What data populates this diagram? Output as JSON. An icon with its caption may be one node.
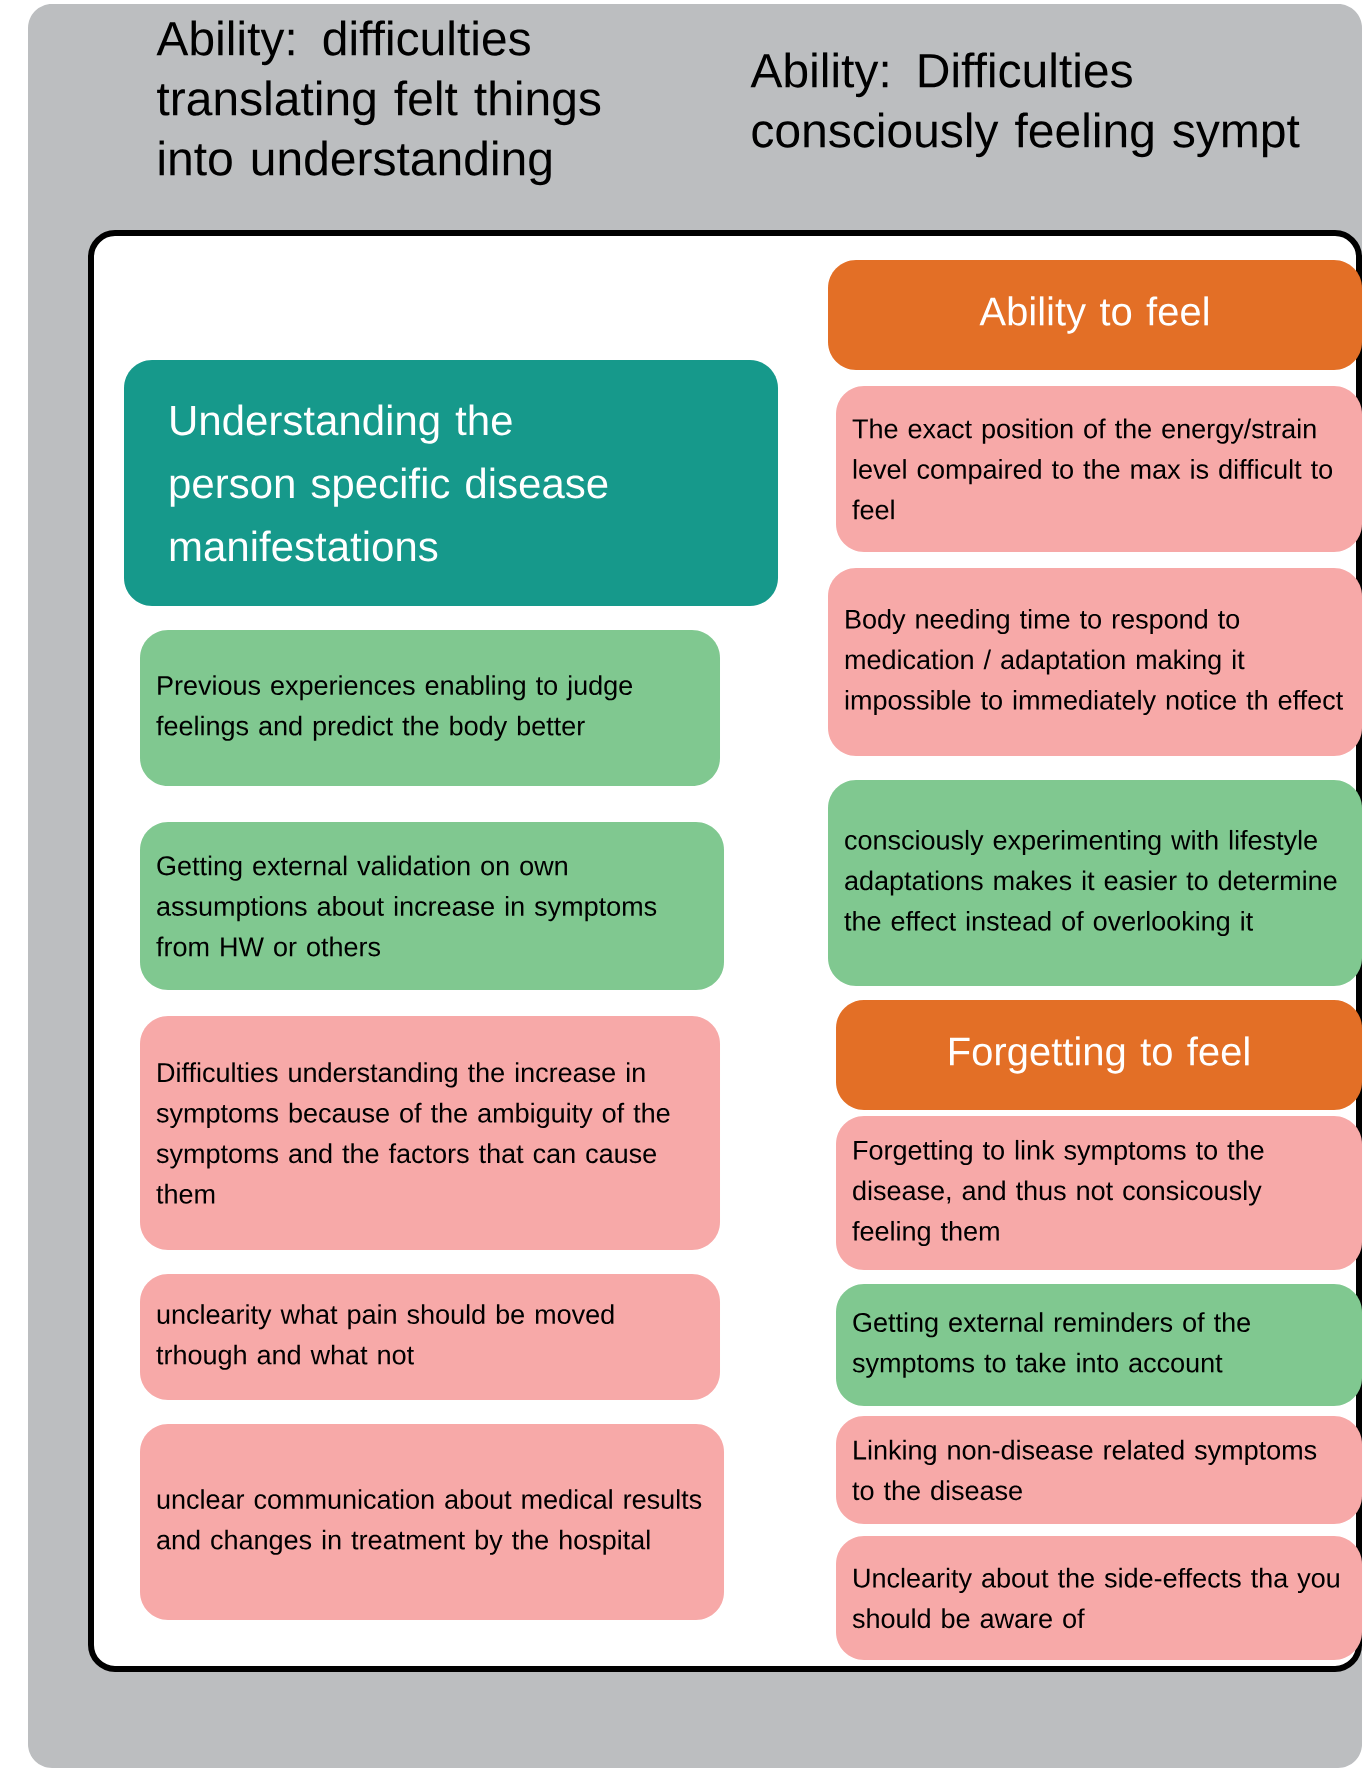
{
  "diagram": {
    "nodes": [
      {
        "text": [
          "Ability: difficulties translating felt things into understanding",
          "Ability: Difficulties consciously feeling sympt"
        ]
      },
      {
        "text": [],
        "shape": "box",
        "in": 0
      },
      {
        "text": [
          "Understanding the person specific disease manifestations"
        ],
        "in": 1
      },
      {
        "text": [
          "Previous experiences enabling to judge feelings and predict the body better"
        ],
        "in": 1
      },
      {
        "text": [
          "Getting external validation on own assumptions about increase in symptoms from HW or others"
        ],
        "in": 1
      },
      {
        "text": [
          "Difficulties understanding the increase in symptoms because of the ambiguity of the symptoms and the factors that can cause them"
        ],
        "in": 1
      },
      {
        "text": [
          "unclearity what pain should be moved trhough and what not"
        ],
        "in": 1
      },
      {
        "text": [
          "unclear communication about medical results and changes in treatment by the hospital"
        ],
        "in": 1
      },
      {
        "text": [
          "Ability to feel"
        ],
        "in": 1
      },
      {
        "text": [
          "The exact position of the energy/strain level compaired to the max is difficult to feel"
        ],
        "in": 1
      },
      {
        "text": [
          "Body needing time to respond to medication / adaptation making it impossible to immediately notice th effect"
        ],
        "in": 1
      },
      {
        "text": [
          "consciously experimenting with lifestyle adaptations makes it easier to determine the effect instead of overlooking it"
        ],
        "in": 1
      },
      {
        "text": [
          "Forgetting to feel"
        ],
        "in": 1
      },
      {
        "text": [
          "Forgetting to link symptoms to the disease, and thus not consicously feeling them"
        ],
        "in": 1
      },
      {
        "text": [
          "Getting external reminders of the symptoms to take into account"
        ],
        "in": 1
      },
      {
        "text": [
          "Linking non-disease related symptoms to the disease"
        ],
        "in": 1
      },
      {
        "text": [
          "Unclearity about the side-effects tha you should be aware of"
        ],
        "in": 1
      }
    ]
  }
}
